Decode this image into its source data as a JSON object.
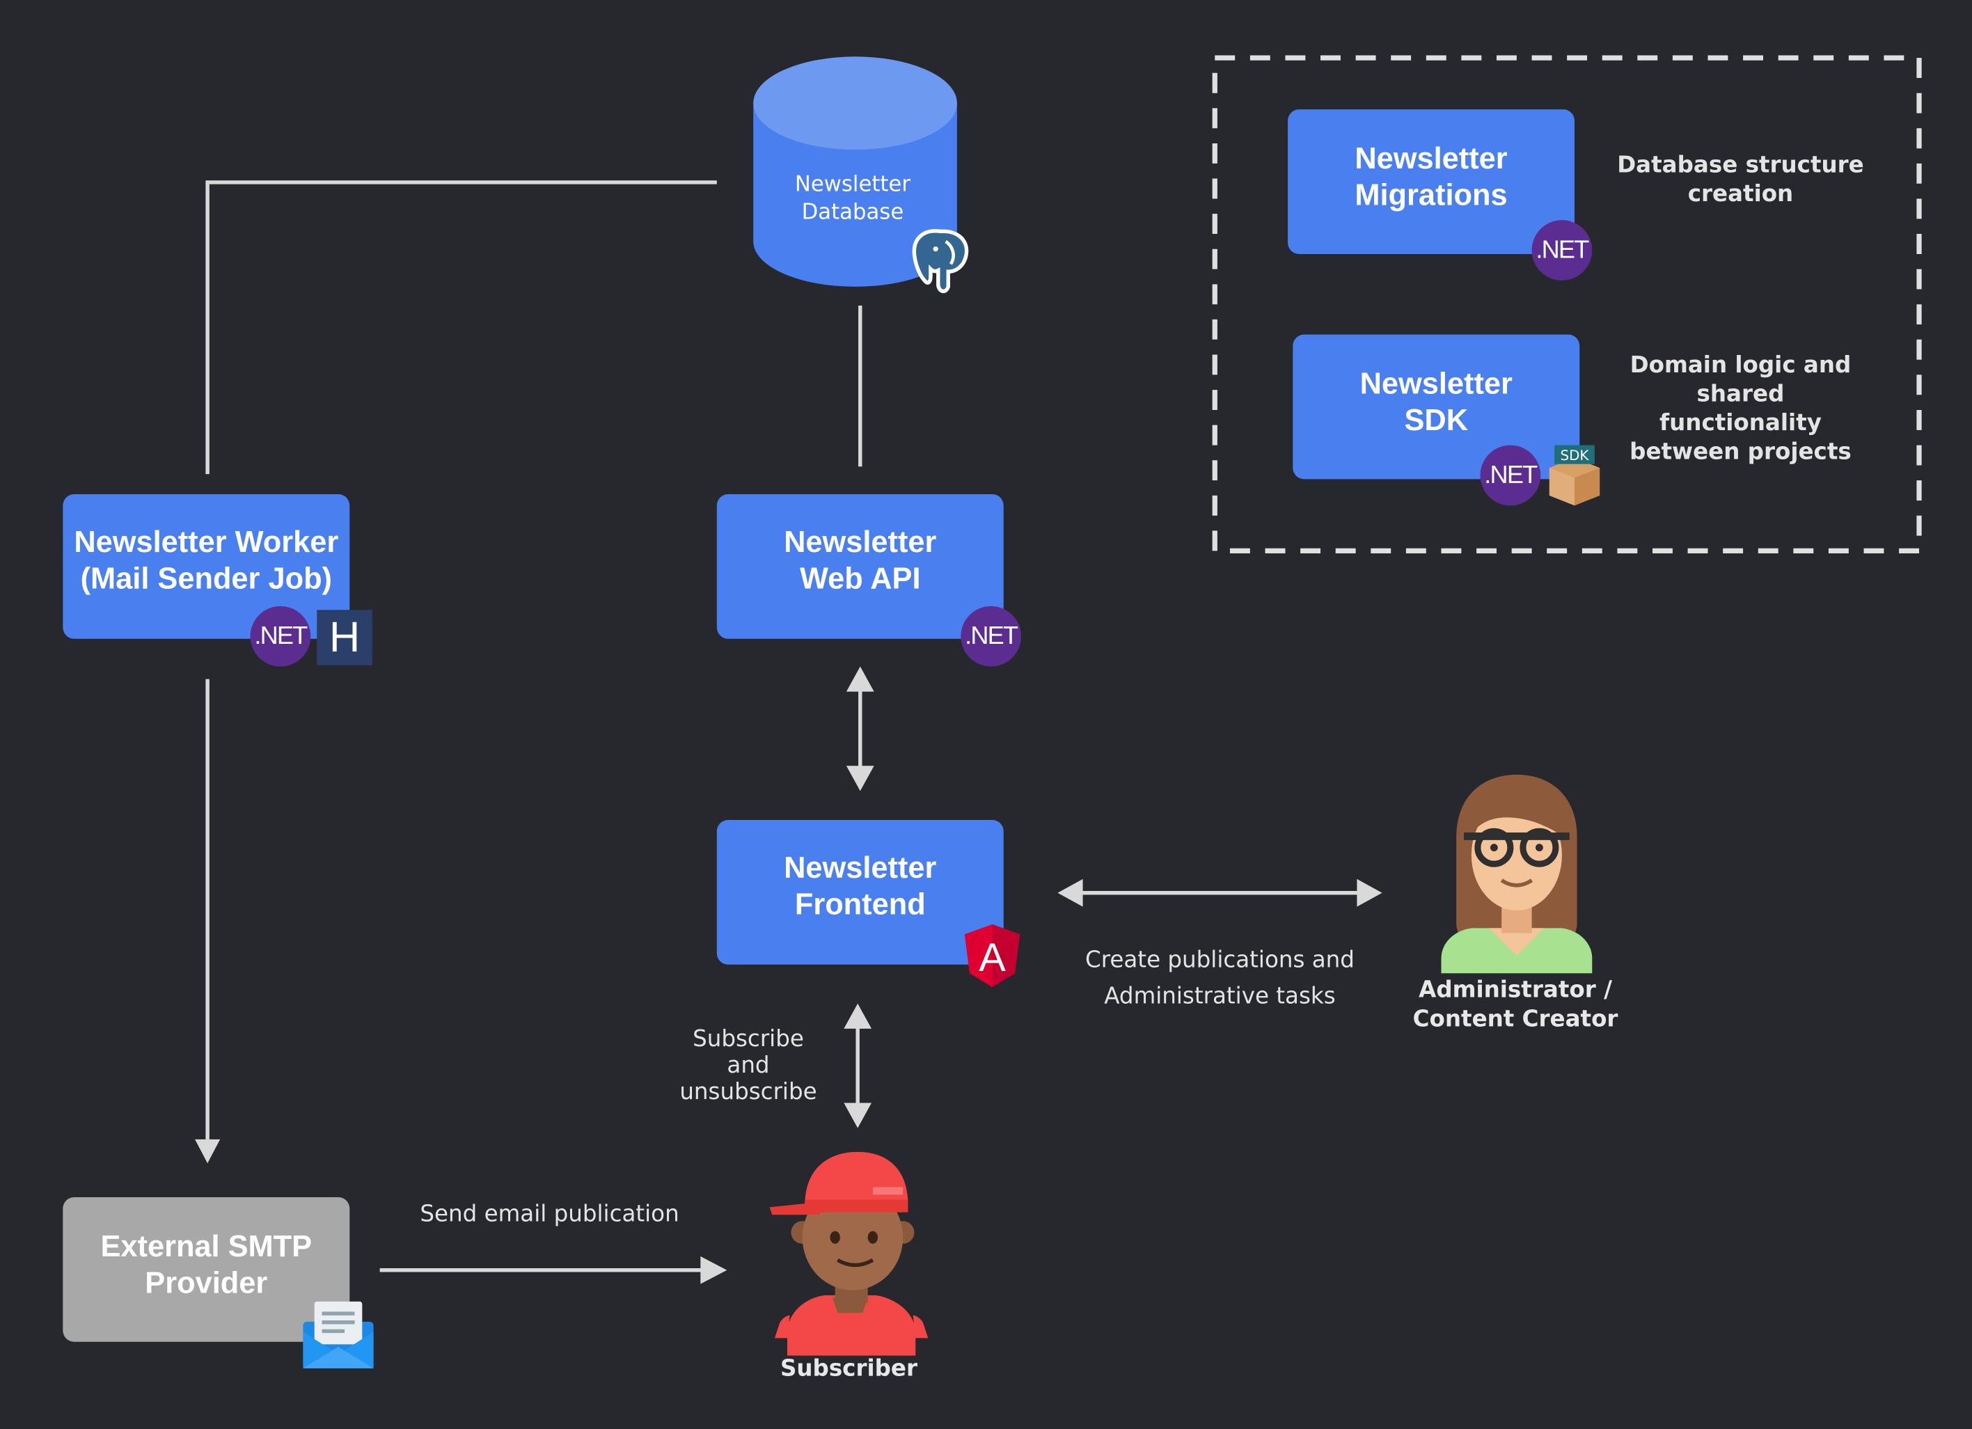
{
  "nodes": {
    "database": "Newsletter\nDatabase",
    "migrations": "Newsletter\nMigrations",
    "sdk": "Newsletter\nSDK",
    "worker": "Newsletter Worker\n(Mail Sender Job)",
    "webapi": "Newsletter\nWeb API",
    "frontend": "Newsletter\nFrontend",
    "smtp": "External SMTP\nProvider"
  },
  "badges": {
    "dotnet": ".NET",
    "hangfire": "H",
    "sdk": "SDK",
    "angular": "A"
  },
  "descriptions": {
    "migrations": "Database structure\ncreation",
    "sdk": "Domain logic and\nshared\nfunctionality\nbetween projects"
  },
  "edge_labels": {
    "admin_tasks": "Create publications and\nAdministrative tasks",
    "subscribe": "Subscribe\nand\nunsubscribe",
    "send_email": "Send email publication"
  },
  "actors": {
    "admin": "Administrator /\nContent Creator",
    "subscriber": "Subscriber"
  },
  "colors": {
    "background": "#27282d",
    "service_box": "#4a7ff0",
    "external_box": "#a8a8a8",
    "dotnet": "#5c2d91",
    "angular": "#dd0031",
    "connector": "#d9d9d9"
  },
  "icons": [
    "postgresql-elephant-icon",
    "dotnet-icon",
    "hangfire-icon",
    "angular-icon",
    "sdk-package-icon",
    "email-envelope-icon",
    "admin-woman-avatar",
    "subscriber-boy-avatar"
  ]
}
